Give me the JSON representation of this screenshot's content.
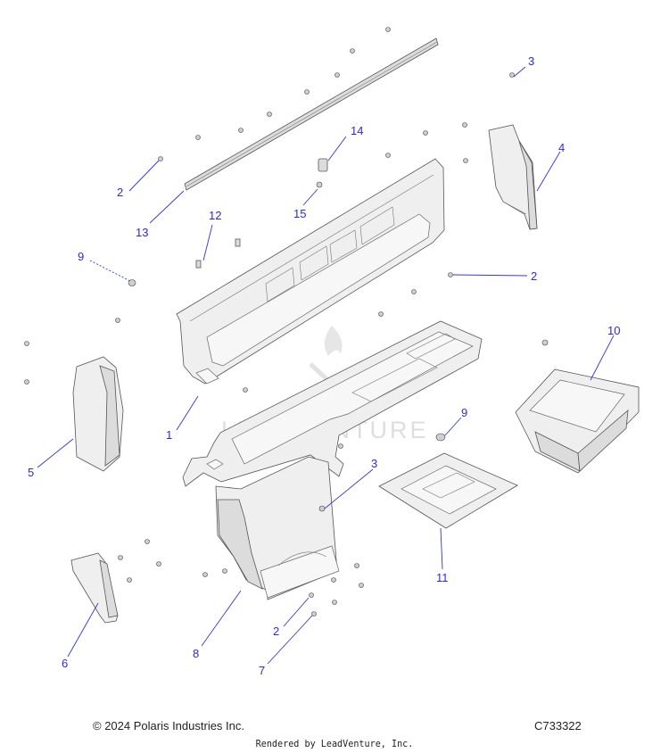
{
  "watermark": "LEADVENTURE",
  "footer": {
    "copyright": "© 2024 Polaris Industries Inc.",
    "drawing_code": "C733322",
    "rendered_by": "Rendered by LeadVenture, Inc."
  },
  "callouts": {
    "c1": "1",
    "c2a": "2",
    "c2b": "2",
    "c2c": "2",
    "c3a": "3",
    "c3b": "3",
    "c4": "4",
    "c5": "5",
    "c6": "6",
    "c7": "7",
    "c8": "8",
    "c9a": "9",
    "c9b": "9",
    "c10": "10",
    "c11": "11",
    "c12": "12",
    "c13": "13",
    "c14": "14",
    "c15": "15"
  },
  "colors": {
    "callout": "#2b2bd6",
    "line": "#555555"
  }
}
